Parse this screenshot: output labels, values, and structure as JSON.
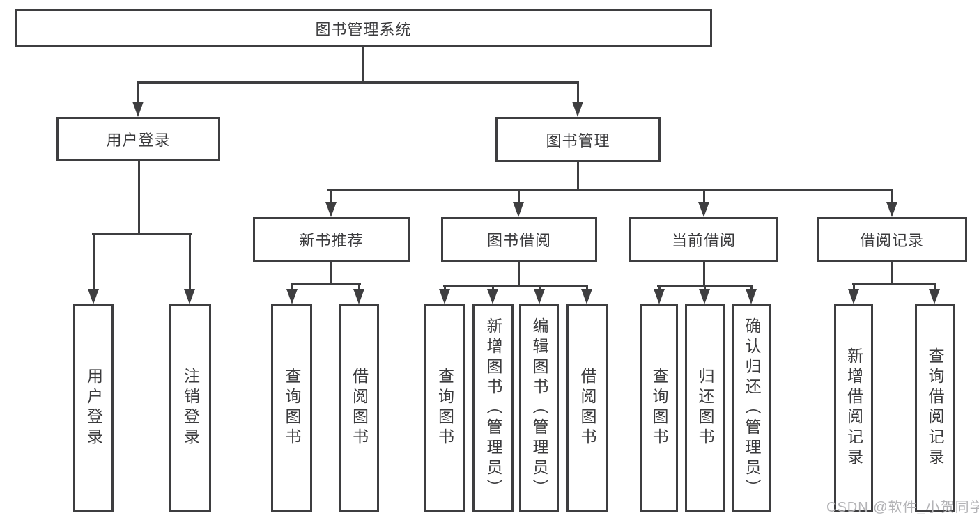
{
  "diagram_type": "hierarchy-tree",
  "tree": {
    "label": "图书管理系统",
    "children": [
      {
        "label": "用户登录",
        "children": [
          {
            "label": "用户登录"
          },
          {
            "label": "注销登录"
          }
        ]
      },
      {
        "label": "图书管理",
        "children": [
          {
            "label": "新书推荐",
            "children": [
              {
                "label": "查询图书"
              },
              {
                "label": "借阅图书"
              }
            ]
          },
          {
            "label": "图书借阅",
            "children": [
              {
                "label": "查询图书"
              },
              {
                "label": "新增图书（管理员）"
              },
              {
                "label": "编辑图书（管理员）"
              },
              {
                "label": "借阅图书"
              }
            ]
          },
          {
            "label": "当前借阅",
            "children": [
              {
                "label": "查询图书"
              },
              {
                "label": "归还图书"
              },
              {
                "label": "确认归还（管理员）"
              }
            ]
          },
          {
            "label": "借阅记录",
            "children": [
              {
                "label": "新增借阅记录"
              },
              {
                "label": "查询借阅记录"
              }
            ]
          }
        ]
      }
    ]
  },
  "watermark": {
    "text": "CSDN @软件_小贺同学"
  },
  "colors": {
    "line": "#3e3e40",
    "text": "#3b3b3d",
    "box_background": "#ffffff",
    "watermark": "#b3b3b6",
    "page_background": "#ffffff"
  }
}
